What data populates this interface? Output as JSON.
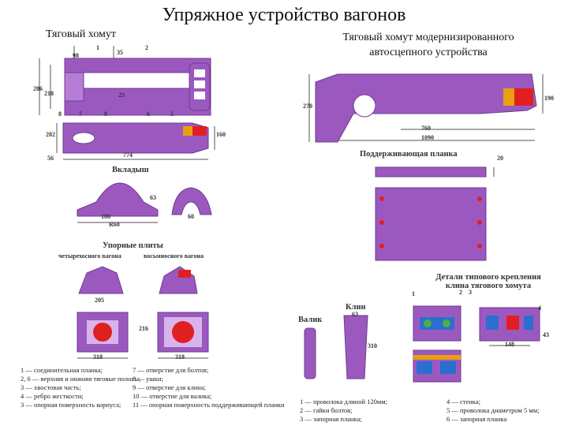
{
  "title": "Упряжное устройство вагонов",
  "left_heading": "Тяговый хомут",
  "right_heading_line1": "Тяговый хомут модернизированного",
  "right_heading_line2": "автосцепного устройства",
  "colors": {
    "body": "#9b59c0",
    "body_dark": "#6e3a8e",
    "accent_red": "#e02020",
    "accent_orange": "#e8a010",
    "accent_blue": "#2a6fd0",
    "line": "#555555"
  },
  "labels": {
    "vkladysh": "Вкладыш",
    "upornye_plity": "Упорные плиты",
    "four_axle": "четырехосного вагона",
    "eight_axle": "восьмиосного вагона",
    "podderzh_planka": "Поддерживающая планка",
    "detali_line1": "Детали типового крепления",
    "detali_line2": "клина тягового хомута",
    "klin": "Клин",
    "valik": "Валик"
  },
  "dims": {
    "d98": "98",
    "d35": "35",
    "d286": "286",
    "d218": "218",
    "d25": "25",
    "d202": "202",
    "d160": "160",
    "d56": "56",
    "d774": "774",
    "d180": "180",
    "d63": "63",
    "dR60": "R60",
    "d60": "60",
    "d205": "205",
    "d216": "216",
    "d318a": "318",
    "d318b": "318",
    "d270": "270",
    "d190": "190",
    "d760": "760",
    "d1090": "1090",
    "d20": "20",
    "d310": "310",
    "d148": "148",
    "d43": "43"
  },
  "part_numbers_top": [
    "1",
    "2"
  ],
  "part_numbers_bottom": [
    "8",
    "7",
    "9",
    "6",
    "5"
  ],
  "part_numbers_right": [
    "1",
    "2",
    "3",
    "4"
  ],
  "legend_left": [
    "1 — соединительная планка;",
    "2, 6 — верхняя и нижняя тяговые полосы;",
    "3 — хвостовая часть;",
    "4 — ребро жесткости;",
    "3 — опорная поверхность корпуса;"
  ],
  "legend_mid": [
    "7 — отверстие для болтов;",
    "8 — ушки;",
    "9 — отверстие для клина;",
    "10 — отверстие для валика;",
    "11 — опорная поверхность поддерживающей планки"
  ],
  "legend_right_a": [
    "1 — проволока длиной 120мм;",
    "2 — гайки болтов;",
    "3 — запорная планка;"
  ],
  "legend_right_b": [
    "4 — стенка;",
    "5 — проволока диаметром 5 мм;",
    "6 — запорная планка"
  ]
}
